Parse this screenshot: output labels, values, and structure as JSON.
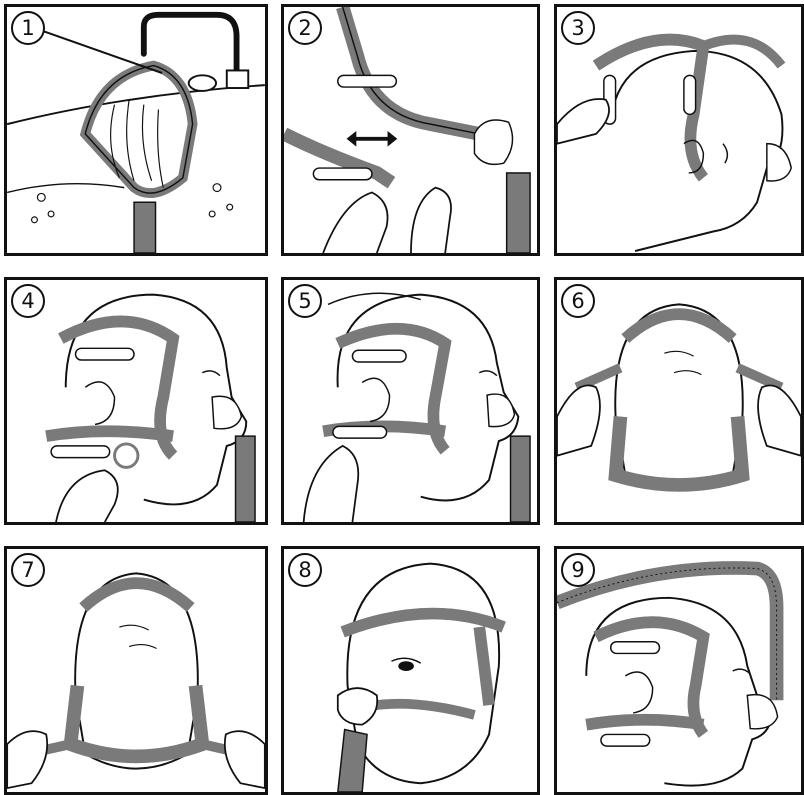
{
  "steps": [
    {
      "number": "1",
      "icon": "rinse-mask-under-tap-icon"
    },
    {
      "number": "2",
      "icon": "adjust-headgear-strap-icon"
    },
    {
      "number": "3",
      "icon": "place-headgear-over-head-icon"
    },
    {
      "number": "4",
      "icon": "attach-lower-clip-icon"
    },
    {
      "number": "5",
      "icon": "tighten-lower-strap-icon"
    },
    {
      "number": "6",
      "icon": "adjust-top-straps-icon"
    },
    {
      "number": "7",
      "icon": "adjust-lower-straps-icon"
    },
    {
      "number": "8",
      "icon": "fitted-mask-front-view-icon"
    },
    {
      "number": "9",
      "icon": "tube-routed-over-head-icon"
    }
  ],
  "colors": {
    "line": "#111111",
    "strap": "#7a7a7a",
    "water": "#ffffff",
    "background": "#ffffff"
  }
}
